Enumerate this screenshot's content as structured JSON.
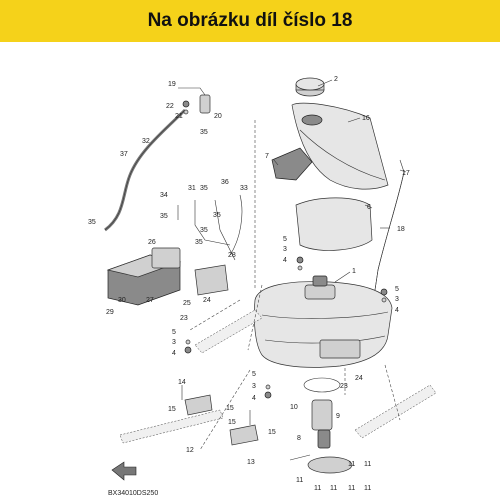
{
  "banner": {
    "text": "Na obrázku díl číslo 18",
    "color": "#f5d21a"
  },
  "diagram": {
    "code": "BX34010DS250",
    "labels": [
      "1",
      "2",
      "3",
      "4",
      "5",
      "6",
      "7",
      "8",
      "9",
      "10",
      "11",
      "12",
      "13",
      "14",
      "15",
      "16",
      "17",
      "18",
      "19",
      "20",
      "21",
      "22",
      "23",
      "24",
      "25",
      "26",
      "27",
      "28",
      "29",
      "30",
      "31",
      "32",
      "33",
      "34",
      "35",
      "36",
      "37"
    ]
  },
  "callouts": {
    "l19": "19",
    "l22": "22",
    "l21": "21",
    "l20": "20",
    "l35a": "35",
    "l2": "2",
    "l16": "16",
    "l32": "32",
    "l37": "37",
    "l7": "7",
    "l17": "17",
    "l18": "18",
    "l6": "6",
    "l31": "31",
    "l35b": "35",
    "l36": "36",
    "l33": "33",
    "l34": "34",
    "l35c": "35",
    "l35d": "35",
    "l35e": "35",
    "l35f": "35",
    "l35g": "35",
    "l26": "26",
    "l28": "28",
    "l5a": "5",
    "l3a": "3",
    "l4a": "4",
    "l1": "1",
    "l5b": "5",
    "l3b": "3",
    "l4b": "4",
    "l30": "30",
    "l27": "27",
    "l29": "29",
    "l25": "25",
    "l24a": "24",
    "l23a": "23",
    "l5c": "5",
    "l3c": "3",
    "l4c": "4",
    "l5d": "5",
    "l3d": "3",
    "l4d": "4",
    "l23b": "23",
    "l24b": "24",
    "l14": "14",
    "l15a": "15",
    "l15b": "15",
    "l10": "10",
    "l9": "9",
    "l8": "8",
    "l12": "12",
    "l13": "13",
    "l15c": "15",
    "l15d": "15",
    "l11a": "11",
    "l11b": "11",
    "l11c": "11",
    "l11d": "11",
    "l11e": "11",
    "l11f": "11",
    "l11g": "11"
  }
}
